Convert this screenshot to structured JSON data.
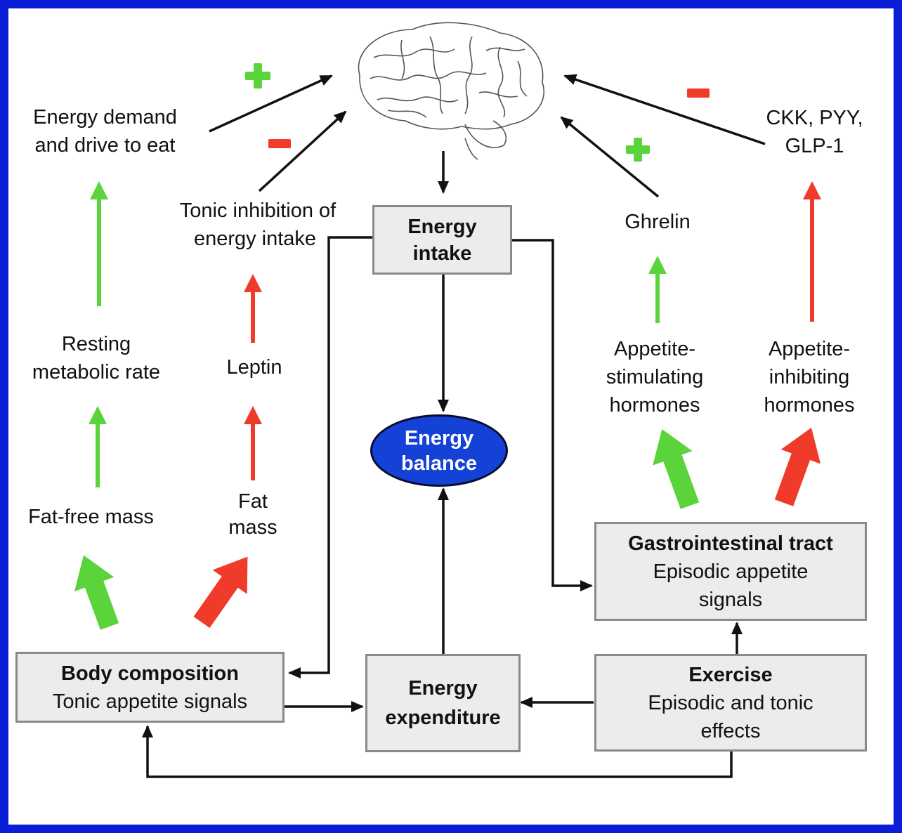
{
  "boxes": {
    "energy_intake": {
      "title_line1": "Energy",
      "title_line2": "intake"
    },
    "energy_balance": {
      "line1": "Energy",
      "line2": "balance"
    },
    "body_composition": {
      "title": "Body composition",
      "subtitle": "Tonic appetite signals"
    },
    "energy_expenditure": {
      "line1": "Energy",
      "line2": "expenditure"
    },
    "exercise": {
      "title": "Exercise",
      "subtitle_line1": "Episodic and tonic",
      "subtitle_line2": "effects"
    },
    "gi_tract": {
      "title": "Gastrointestinal tract",
      "subtitle_line1": "Episodic appetite",
      "subtitle_line2": "signals"
    }
  },
  "labels": {
    "energy_demand": {
      "line1": "Energy demand",
      "line2": "and drive to eat"
    },
    "tonic_inhibition": {
      "line1": "Tonic inhibition of",
      "line2": "energy intake"
    },
    "resting_metabolic": {
      "line1": "Resting",
      "line2": "metabolic rate"
    },
    "leptin": "Leptin",
    "fat_free_mass": "Fat-free mass",
    "fat_mass": {
      "line1": "Fat",
      "line2": "mass"
    },
    "ghrelin": "Ghrelin",
    "cck": {
      "line1": "CKK, PYY,",
      "line2": "GLP-1"
    },
    "appetite_stimulating": {
      "line1": "Appetite-",
      "line2": "stimulating",
      "line3": "hormones"
    },
    "appetite_inhibiting": {
      "line1": "Appetite-",
      "line2": "inhibiting",
      "line3": "hormones"
    }
  },
  "signs": {
    "energy_demand_sign": "+",
    "tonic_inhibition_sign": "−",
    "ghrelin_sign": "+",
    "cck_sign": "−"
  },
  "colors": {
    "frame": "#0a1ed8",
    "stimulating": "#5ad43a",
    "inhibiting": "#f03a2a",
    "box_fill": "#ececec",
    "box_border": "#8a8a8a",
    "balance_fill": "#1441d6"
  }
}
